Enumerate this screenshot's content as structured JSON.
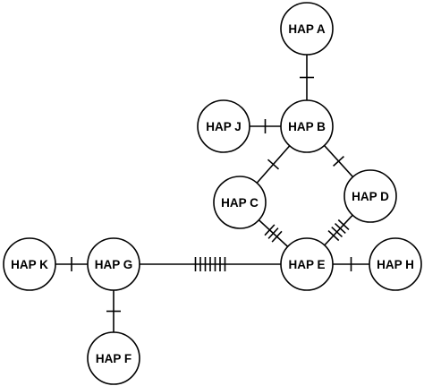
{
  "network": {
    "nodes": [
      {
        "id": "A",
        "label": "HAP A"
      },
      {
        "id": "B",
        "label": "HAP B"
      },
      {
        "id": "C",
        "label": "HAP C"
      },
      {
        "id": "D",
        "label": "HAP D"
      },
      {
        "id": "E",
        "label": "HAP E"
      },
      {
        "id": "F",
        "label": "HAP F"
      },
      {
        "id": "G",
        "label": "HAP G"
      },
      {
        "id": "H",
        "label": "HAP H"
      },
      {
        "id": "J",
        "label": "HAP J"
      },
      {
        "id": "K",
        "label": "HAP K"
      }
    ],
    "edges": [
      {
        "from": "A",
        "to": "B",
        "mutations": 1
      },
      {
        "from": "J",
        "to": "B",
        "mutations": 1
      },
      {
        "from": "B",
        "to": "C",
        "mutations": 1
      },
      {
        "from": "B",
        "to": "D",
        "mutations": 1
      },
      {
        "from": "C",
        "to": "E",
        "mutations": 3
      },
      {
        "from": "D",
        "to": "E",
        "mutations": 4
      },
      {
        "from": "G",
        "to": "E",
        "mutations": 7
      },
      {
        "from": "E",
        "to": "H",
        "mutations": 1
      },
      {
        "from": "K",
        "to": "G",
        "mutations": 1
      },
      {
        "from": "G",
        "to": "F",
        "mutations": 1
      }
    ]
  }
}
